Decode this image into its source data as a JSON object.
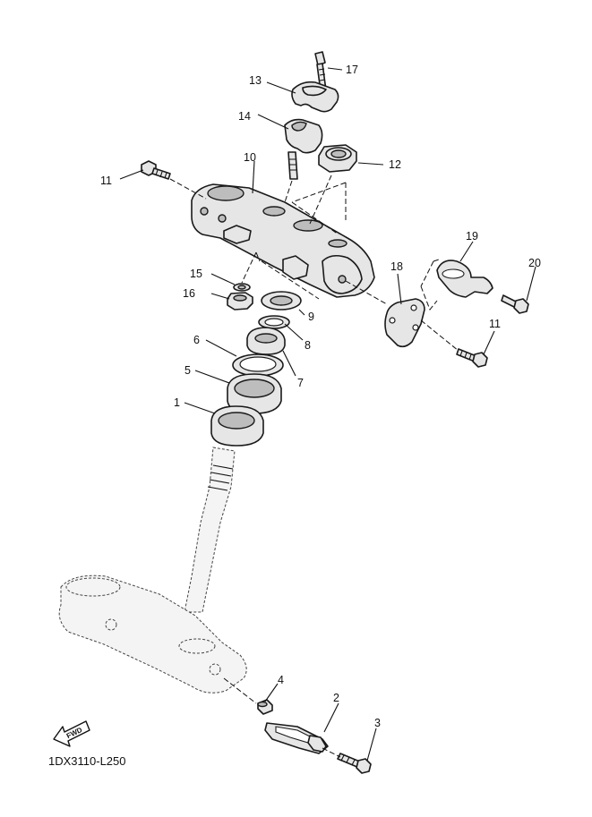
{
  "diagram_code": "1DX3110-L250",
  "fwd_label": "FWD",
  "callouts": {
    "c1": "1",
    "c2": "2",
    "c3": "3",
    "c4": "4",
    "c5": "5",
    "c6": "6",
    "c7": "7",
    "c8": "8",
    "c9": "9",
    "c10": "10",
    "c11a": "11",
    "c11b": "11",
    "c12": "12",
    "c13": "13",
    "c14": "14",
    "c15": "15",
    "c16": "16",
    "c17": "17",
    "c18": "18",
    "c19": "19",
    "c20": "20"
  }
}
